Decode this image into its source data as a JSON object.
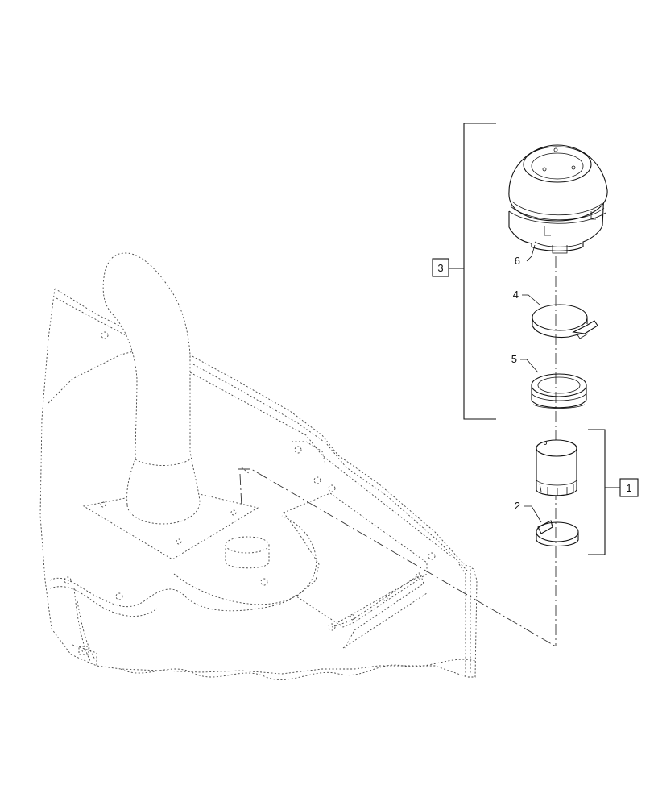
{
  "callouts": {
    "box_3": "3",
    "box_1": "1",
    "item_6": "6",
    "item_4": "4",
    "item_5": "5",
    "item_2": "2"
  }
}
